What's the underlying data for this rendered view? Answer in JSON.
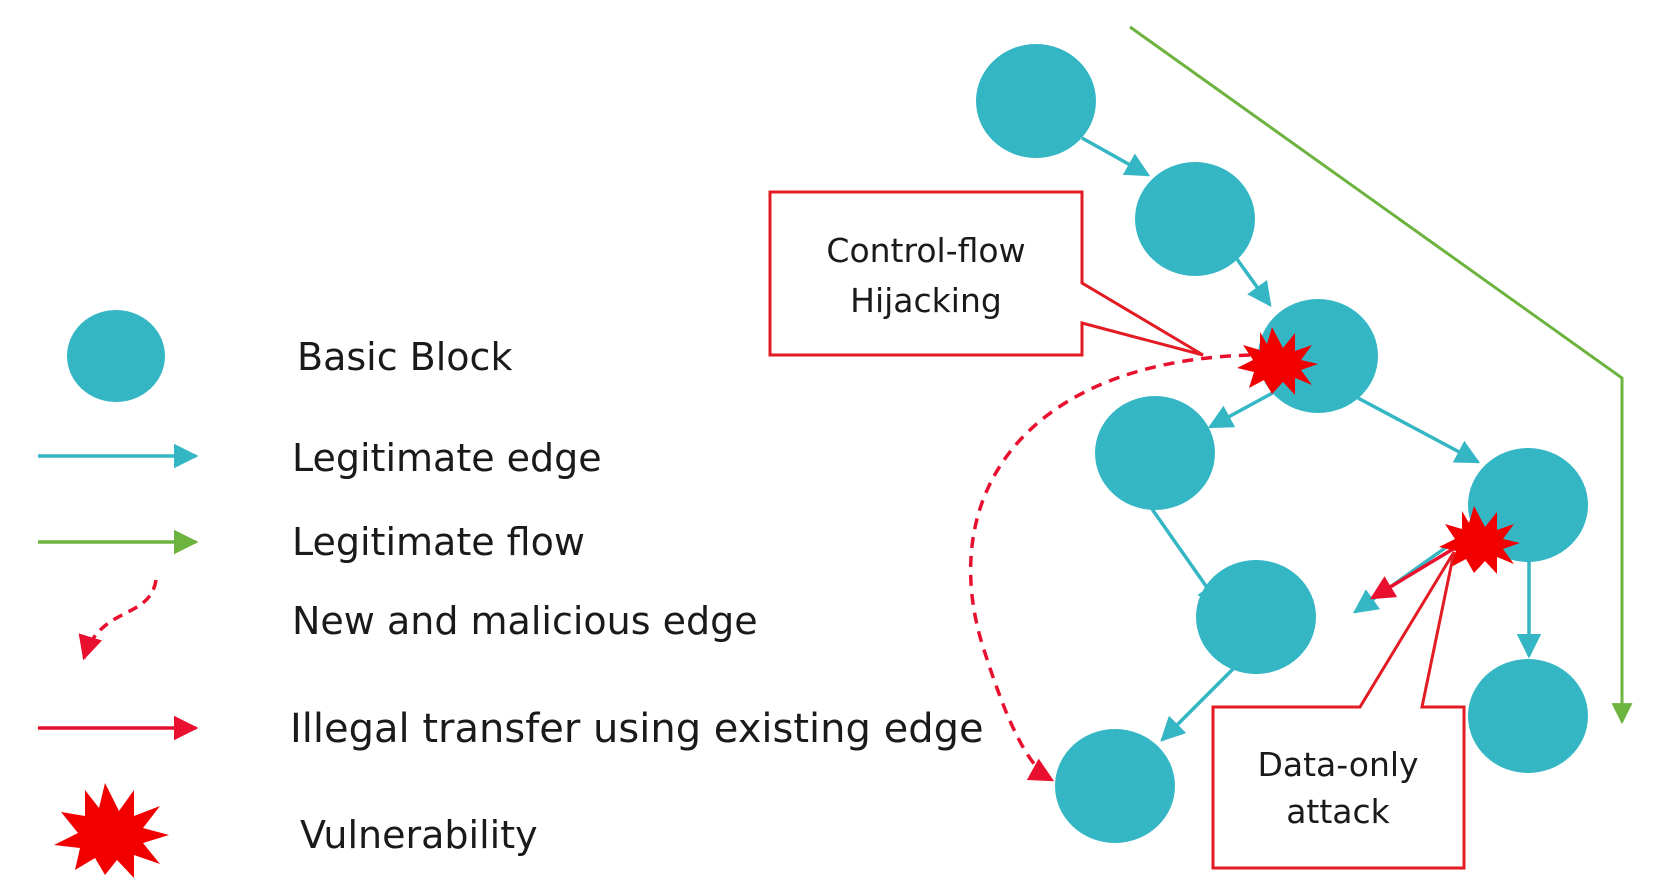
{
  "colors": {
    "block": "#34B6C4",
    "legitimate_edge": "#34B6C4",
    "legitimate_flow": "#6DB33F",
    "malicious": "#E8102E",
    "callout_border": "#E31B23"
  },
  "legend": {
    "basic_block": "Basic Block",
    "legitimate_edge": "Legitimate edge",
    "legitimate_flow": "Legitimate flow",
    "malicious_edge": "New and malicious edge",
    "illegal_transfer": "Illegal transfer using existing edge",
    "vulnerability": "Vulnerability"
  },
  "callouts": {
    "control_flow": {
      "line1": "Control-flow",
      "line2": "Hijacking"
    },
    "data_only": {
      "line1": "Data-only",
      "line2": "attack"
    }
  }
}
